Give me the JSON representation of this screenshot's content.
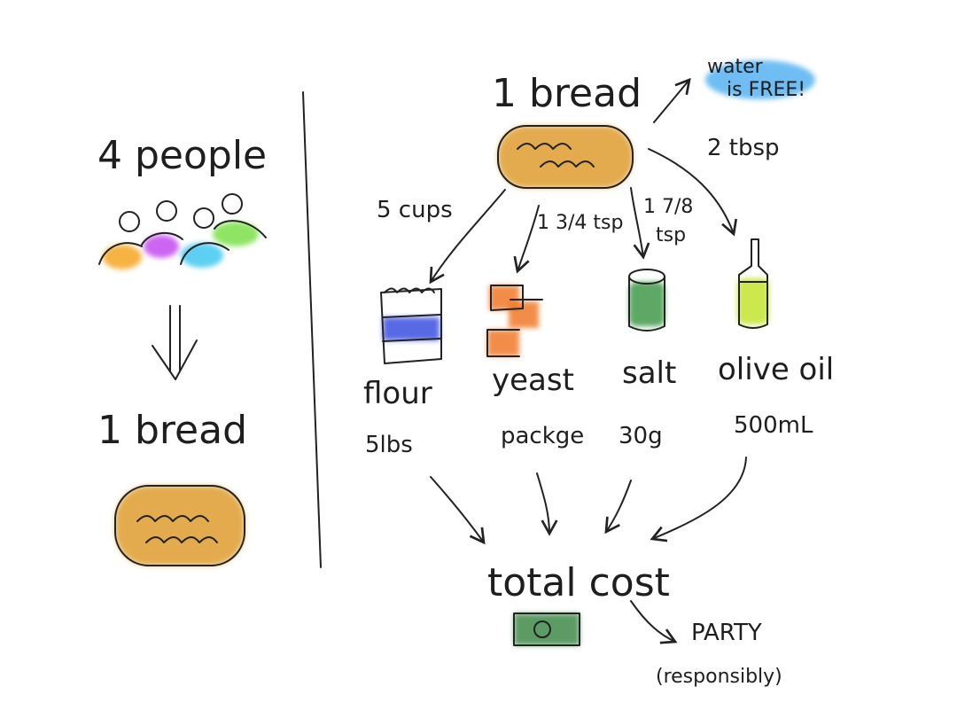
{
  "left_panel": {
    "people_label": "4 people",
    "bread_label": "1 bread"
  },
  "right_panel": {
    "bread_label": "1 bread",
    "water_note_line1": "water",
    "water_note_line2": "is FREE!",
    "oil_qty": "2 tbsp",
    "flour_qty": "5 cups",
    "yeast_qty": "1 3/4 tsp",
    "salt_qty_line1": "1 7/8",
    "salt_qty_line2": "tsp",
    "ingredients": [
      {
        "name": "flour",
        "size": "5lbs"
      },
      {
        "name": "yeast",
        "size": "packge"
      },
      {
        "name": "salt",
        "size": "30g"
      },
      {
        "name": "olive oil",
        "size": "500mL"
      }
    ],
    "total_label": "total cost",
    "party_line1": "PARTY",
    "party_line2": "(responsibly)"
  },
  "colors": {
    "bread": "#e0a33a",
    "flour_band": "#3b4fe0",
    "yeast": "#f07a2a",
    "salt": "#3f9a4a",
    "oil": "#c8e63a",
    "water": "#3fa8f0",
    "money": "#3f8a4a",
    "person_orange": "#f5a623",
    "person_purple": "#c44cf0",
    "person_cyan": "#3fc7f0",
    "person_green": "#7be04a"
  }
}
